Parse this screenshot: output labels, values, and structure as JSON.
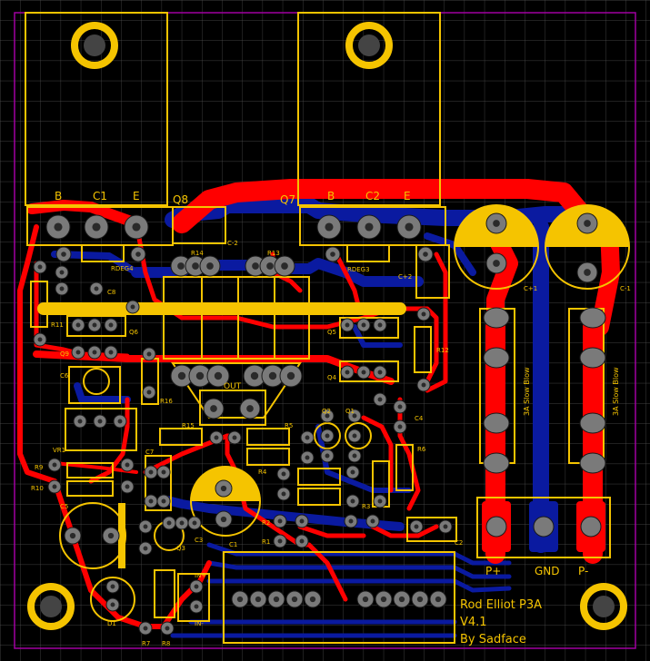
{
  "board": {
    "title": "Rod Elliot P3A",
    "version": "V4.1",
    "author": "By Sadface",
    "colors": {
      "background": "#000000",
      "top_copper": "#ff0000",
      "bottom_copper": "#0a1aa0",
      "silkscreen": "#f5c400",
      "outline": "#a000a0",
      "pad": "#7a7a7a"
    }
  },
  "labels": {
    "q8": "Q8",
    "q7": "Q7",
    "b1": "B",
    "c1": "C1",
    "e1": "E",
    "b2": "B",
    "c2": "C2",
    "e2": "E",
    "c_2": "C-2",
    "c_plus2": "C+2",
    "rdeg4": "RDEG4",
    "rdeg3": "RDEG3",
    "r14": "R14",
    "r13": "R13",
    "c8": "C8",
    "r11": "R11",
    "q6": "Q6",
    "q9": "Q9",
    "c6": "C6",
    "r16": "R16",
    "out": "OUT",
    "q5": "Q5",
    "q4": "Q4",
    "r12": "R12",
    "q2": "Q2",
    "q1": "Q1",
    "c4": "C4",
    "r6": "R6",
    "r15": "R15",
    "r5": "R5",
    "vr1": "VR1",
    "r9": "R9",
    "r10": "R10",
    "c7": "C7",
    "r4": "R4",
    "r3": "R3",
    "c5": "C5",
    "c3": "C3",
    "r2": "R2",
    "r1": "R1",
    "q3": "Q3",
    "d1": "D1",
    "in_plus": "IN+",
    "in_minus": "IN-",
    "r7": "R7",
    "r8": "R8",
    "cplus1": "C+1",
    "cminus1": "C-1",
    "fuse1": "3A Slow Blow",
    "fuse2": "3A Slow Blow",
    "p_plus": "P+",
    "gnd": "GND",
    "p_minus": "P-"
  }
}
